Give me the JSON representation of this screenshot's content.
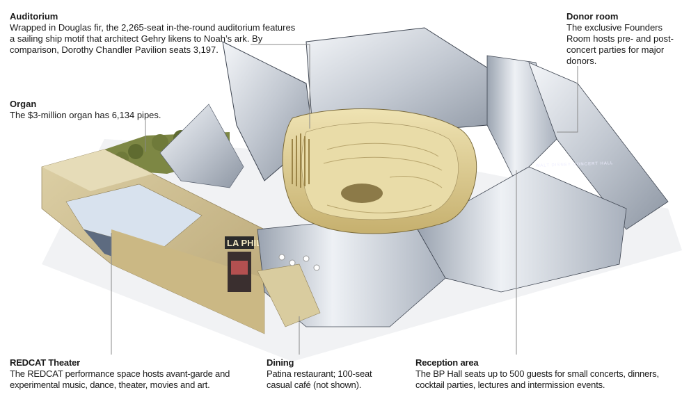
{
  "callouts": {
    "auditorium": {
      "title": "Auditorium",
      "text": "Wrapped in Douglas fir, the 2,265-seat in-the-round auditorium features a sailing ship motif that architect Gehry likens to Noah’s ark. By comparison, Dorothy Chandler Pavilion seats 3,197."
    },
    "organ": {
      "title": "Organ",
      "text": "The $3-million organ has 6,134 pipes."
    },
    "donor_room": {
      "title": "Donor room",
      "text": "The exclusive Founders Room hosts pre- and post-concert parties for major donors."
    },
    "redcat": {
      "title": "REDCAT Theater",
      "text": "The REDCAT performance space hosts avant-garde and experimental music, dance, theater, movies and art."
    },
    "dining": {
      "title": "Dining",
      "text": "Patina restaurant; 100-seat casual café (not shown)."
    },
    "reception": {
      "title": "Reception area",
      "text": "The BP Hall seats up to 500 guests for small concerts, dinners, cocktail parties, lectures and intermission events."
    }
  },
  "building_signs": {
    "banner": "LA PHIL",
    "facade": "WALT DISNEY CONCERT HALL"
  },
  "colors": {
    "steel": "#c9ced6",
    "wood": "#d9c98e",
    "stone": "#c9b88a",
    "tree": "#6f7a3a",
    "leader": "#888888"
  }
}
